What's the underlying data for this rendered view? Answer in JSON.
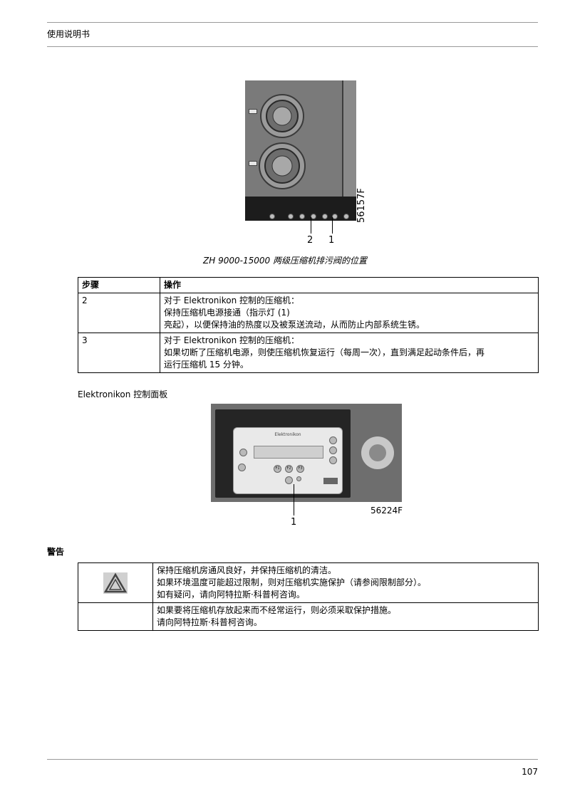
{
  "header": {
    "title": "使用说明书"
  },
  "figure1": {
    "code": "56157F",
    "callouts": [
      "2",
      "1"
    ],
    "caption": "ZH 9000-15000 两级压缩机排污阀的位置"
  },
  "steps_table": {
    "headers": [
      "步骤",
      "操作"
    ],
    "rows": [
      {
        "step": "2",
        "lines": [
          "对于 Elektronikon 控制的压缩机：",
          "保持压缩机电源接通（指示灯 (1)",
          "亮起），以便保持油的热度以及被泵送流动，从而防止内部系统生锈。"
        ]
      },
      {
        "step": "3",
        "lines": [
          "对于 Elektronikon 控制的压缩机：",
          "如果切断了压缩机电源，则使压缩机恢复运行（每周一次），直到满足起动条件后，再",
          "运行压缩机 15 分钟。"
        ]
      }
    ]
  },
  "panel_section": {
    "label": "Elektronikon 控制面板"
  },
  "figure2": {
    "brand": "Elektronikon",
    "code": "56224F",
    "callout": "1",
    "button_labels": [
      "F1",
      "F2",
      "F3"
    ]
  },
  "warning": {
    "heading": "警告",
    "rows": [
      {
        "lines": [
          "保持压缩机房通风良好，并保持压缩机的清洁。",
          "如果环境温度可能超过限制，则对压缩机实施保护（请参阅限制部分）。",
          "如有疑问，请向阿特拉斯·科普柯咨询。"
        ]
      },
      {
        "lines": [
          "如果要将压缩机存放起来而不经常运行，则必须采取保护措施。",
          "请向阿特拉斯·科普柯咨询。"
        ]
      }
    ]
  },
  "footer": {
    "page_number": "107"
  }
}
